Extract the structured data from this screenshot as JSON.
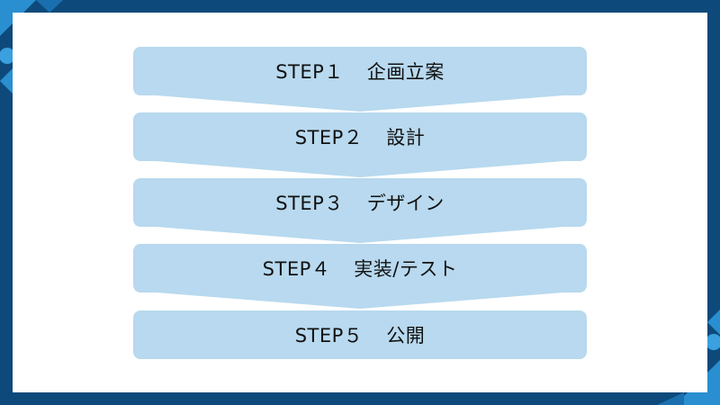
{
  "colors": {
    "frame": "#0d4a7b",
    "slide_background": "#ffffff",
    "step_fill": "#b8d9ef",
    "text": "#111111"
  },
  "steps": [
    {
      "number": "STEP１",
      "label": "企画立案"
    },
    {
      "number": "STEP２",
      "label": "設計"
    },
    {
      "number": "STEP３",
      "label": "デザイン"
    },
    {
      "number": "STEP４",
      "label": "実装/テスト"
    },
    {
      "number": "STEP５",
      "label": "公開"
    }
  ]
}
